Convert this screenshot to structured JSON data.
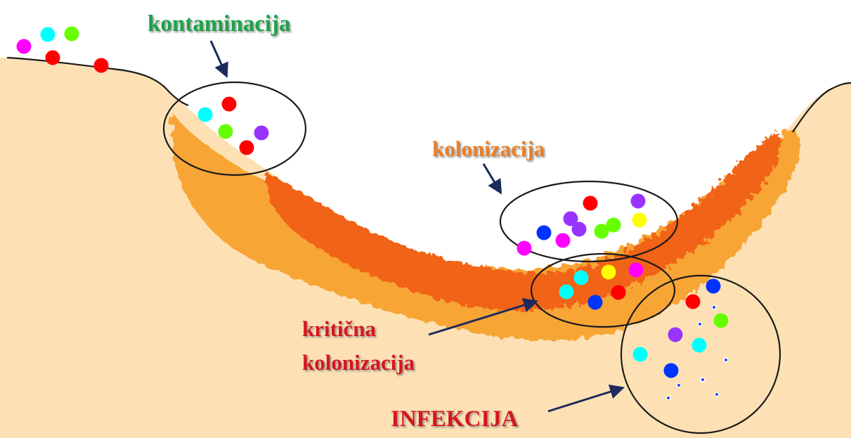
{
  "labels": {
    "contamination": "kontaminacija",
    "colonization": "kolonizacija",
    "critical_colonization_line1": "kritična",
    "critical_colonization_line2": "kolonizacija",
    "infection": "INFEKCIJA"
  },
  "colors": {
    "skin": "#fde1b4",
    "outer_layer": "#f7a534",
    "inner_layer": "#f16318",
    "arrow": "#1c2a5c",
    "outline": "#1a1a1a",
    "label_contamination": "#1aa34a",
    "label_colonization": "#e8802b",
    "label_critical": "#d7191c",
    "label_infection": "#d7191c",
    "bacteria": [
      "#ff00ff",
      "#00ffff",
      "#66ff00",
      "#ff0000",
      "#9933ff",
      "#ffff00",
      "#0033ff"
    ]
  }
}
